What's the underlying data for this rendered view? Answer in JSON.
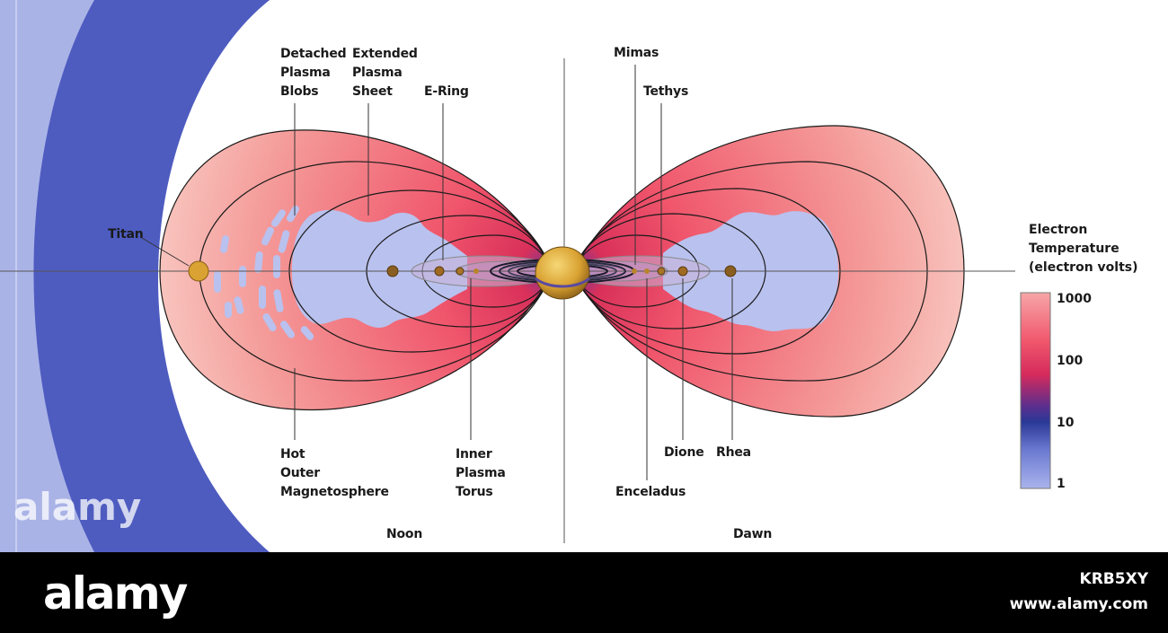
{
  "labels": {
    "detached": [
      "Detached",
      "Plasma",
      "Blobs"
    ],
    "extended": [
      "Extended",
      "Plasma",
      "Sheet"
    ],
    "ering": "E-Ring",
    "mimas": "Mimas",
    "tethys": "Tethys",
    "titan": "Titan",
    "hot_outer": [
      "Hot",
      "Outer",
      "Magnetosphere"
    ],
    "inner_torus": [
      "Inner",
      "Plasma",
      "Torus"
    ],
    "enceladus": "Enceladus",
    "dione": "Dione",
    "rhea": "Rhea",
    "noon": "Noon",
    "dawn": "Dawn"
  },
  "scale": {
    "title": [
      "Electron",
      "Temperature",
      "(electron volts)"
    ],
    "ticks": [
      "1000",
      "100",
      "10",
      "1"
    ]
  },
  "colors": {
    "hot_plasma": "#f0566c",
    "cool_plasma": "#b9c1ee",
    "magnetopause": "#4e5cc0",
    "saturn": "#d9a232"
  },
  "watermark": {
    "brand": "alamy",
    "code": "KRB5XY",
    "url": "www.alamy.com"
  }
}
